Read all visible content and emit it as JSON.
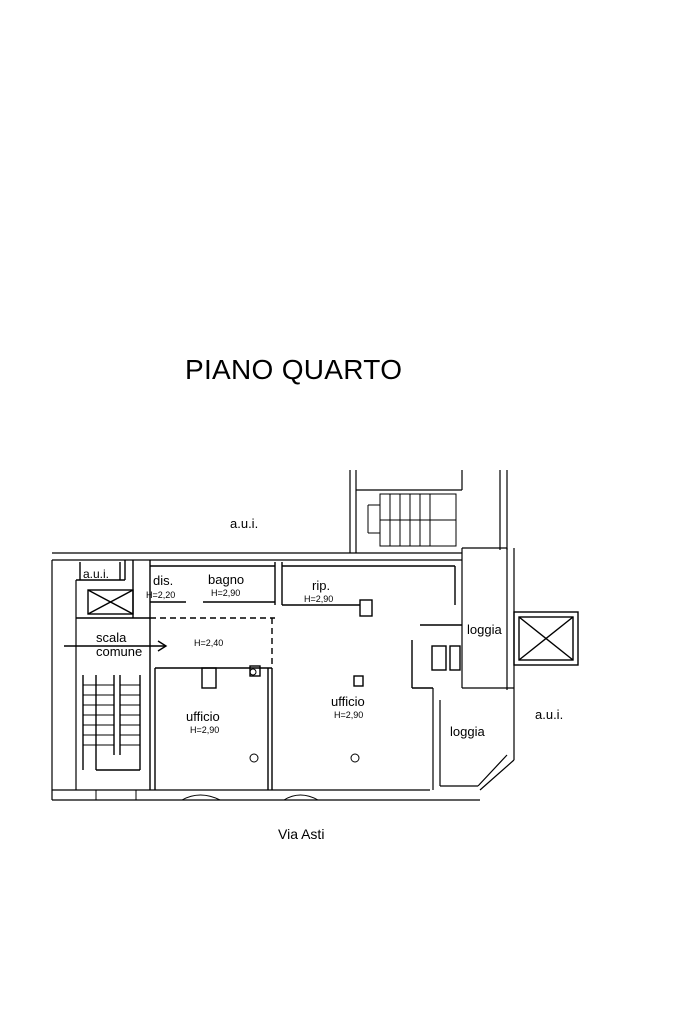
{
  "title": "PIANO QUARTO",
  "street": "Via Asti",
  "rooms": {
    "aui_top": "a.u.i.",
    "aui_left": "a.u.i.",
    "aui_right": "a.u.i.",
    "dis": "dis.",
    "dis_h": "H=2,20",
    "bagno": "bagno",
    "bagno_h": "H=2,90",
    "rip": "rip.",
    "rip_h": "H=2,90",
    "loggia_top": "loggia",
    "loggia_bottom": "loggia",
    "scala_1": "scala",
    "scala_2": "comune",
    "corridor_h": "H=2,40",
    "ufficio_left": "ufficio",
    "ufficio_left_h": "H=2,90",
    "ufficio_right": "ufficio",
    "ufficio_right_h": "H=2,90"
  }
}
